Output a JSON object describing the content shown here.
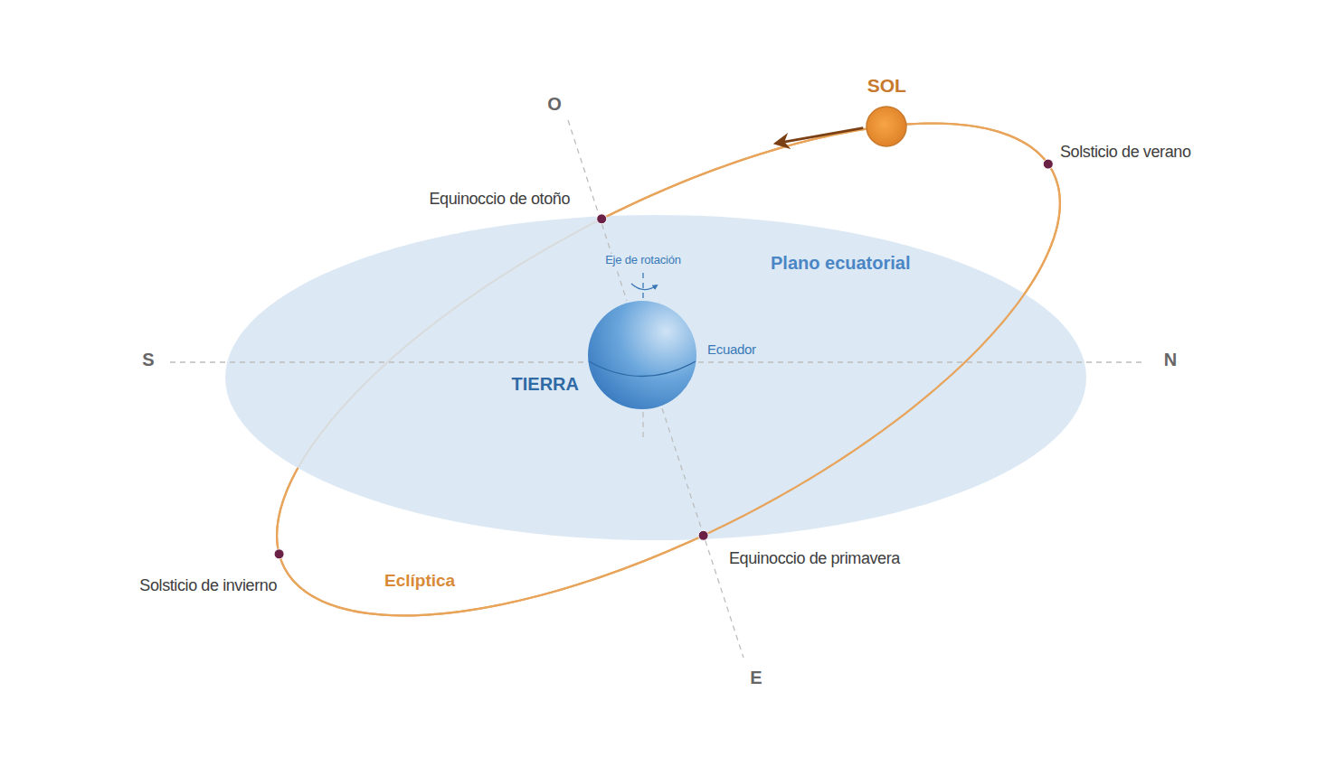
{
  "diagram": {
    "nodes": [
      {
        "text": [
          "SOL"
        ]
      },
      {
        "text": [
          "Plano ecuatorial"
        ]
      },
      {
        "text": [
          "TIERRA"
        ],
        "in": 1
      }
    ],
    "labels": [
      "O",
      "Solsticio de verano",
      "Equinoccio de otoño",
      "Eje de rotación",
      "S",
      "Ecuador",
      "N",
      "Equinoccio de primavera",
      "Solsticio de invierno",
      "Eclíptica",
      "E"
    ]
  }
}
